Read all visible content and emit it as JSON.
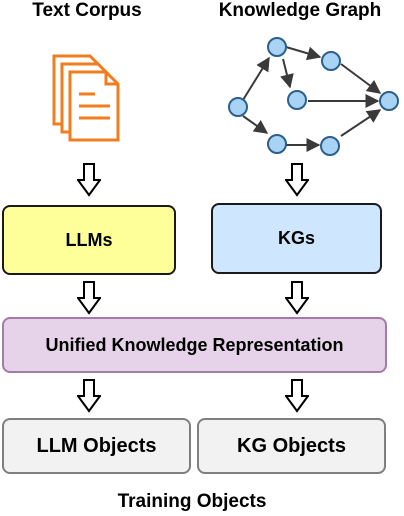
{
  "headings": {
    "text_corpus": "Text Corpus",
    "knowledge_graph": "Knowledge Graph",
    "training_objects": "Training Objects"
  },
  "boxes": {
    "llms": "LLMs",
    "kgs": "KGs",
    "unified": "Unified Knowledge Representation",
    "llm_objects": "LLM Objects",
    "kg_objects": "KG Objects"
  },
  "colors": {
    "document_icon": "#f07d1e",
    "llms_fill": "#ffff99",
    "kgs_fill": "#cfe6ff",
    "unified_fill": "#e6d3ea",
    "unified_border": "#a47aab",
    "objects_fill": "#f2f2f2",
    "objects_border": "#7f7f7f",
    "node_fill": "#a9d3f5",
    "node_border": "#2b5f8c"
  },
  "icons": {
    "text_corpus": "stacked-documents-icon",
    "knowledge_graph": "graph-network-icon",
    "flow_arrow": "hollow-down-arrow-icon"
  }
}
